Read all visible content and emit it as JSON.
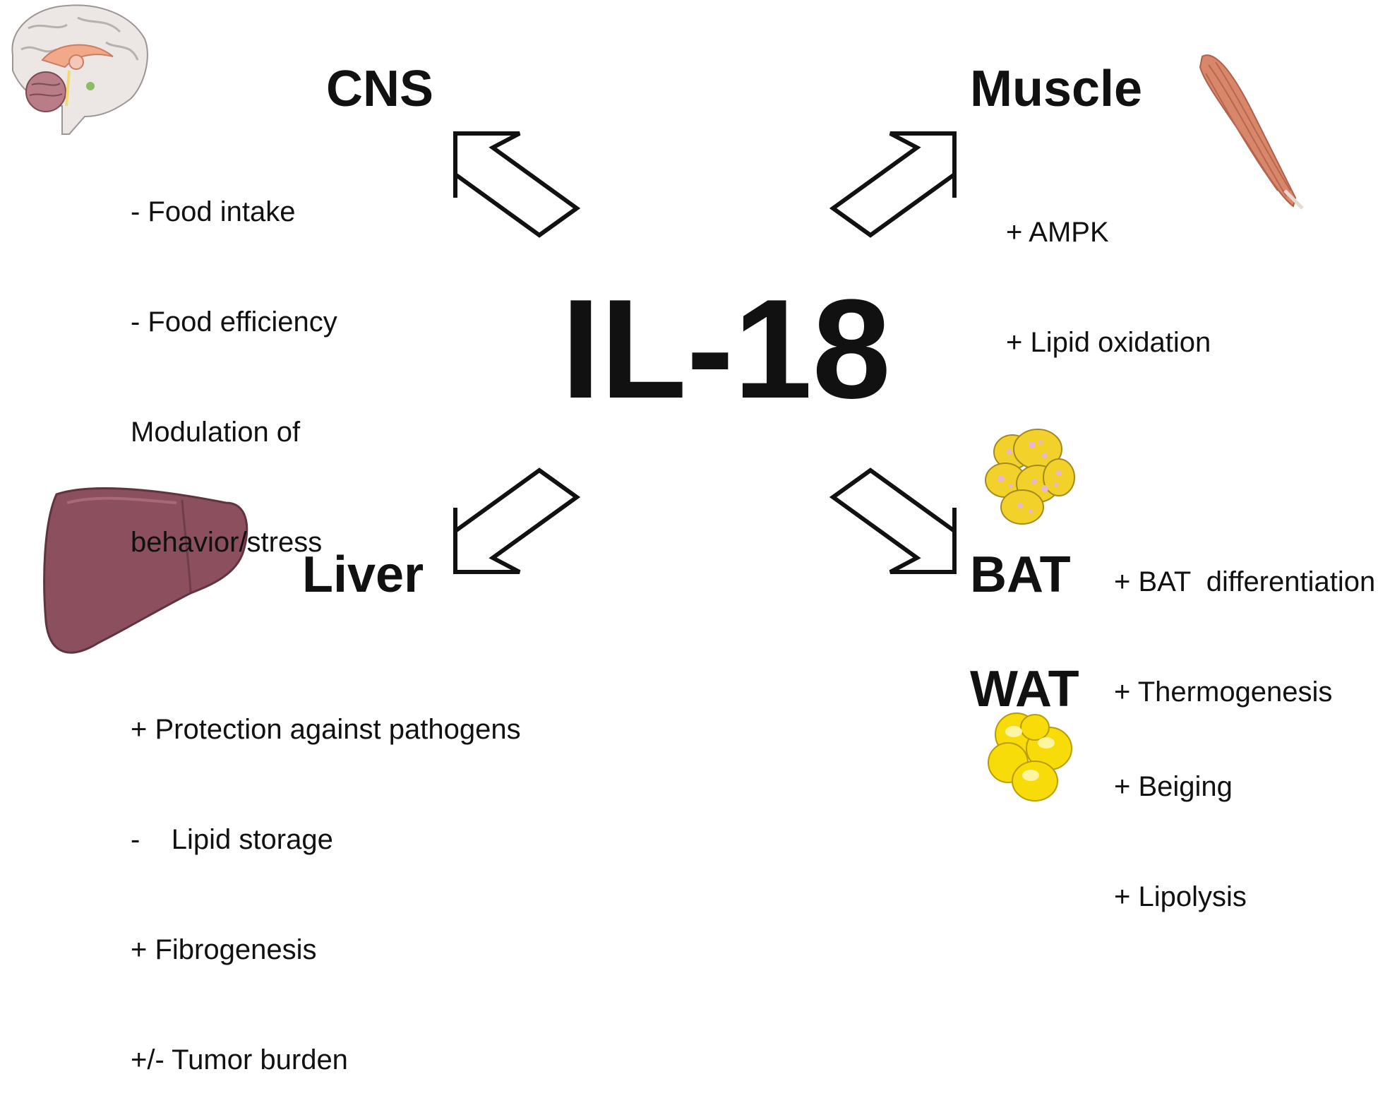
{
  "center_label": "IL-18",
  "organs": {
    "cns": {
      "title": "CNS",
      "effects": [
        "- Food intake",
        "- Food efficiency",
        "Modulation of",
        "behavior/stress"
      ]
    },
    "muscle": {
      "title": "Muscle",
      "effects": [
        "+ AMPK",
        "+ Lipid oxidation"
      ]
    },
    "liver": {
      "title": "Liver",
      "effects": [
        "+ Protection against pathogens",
        "-    Lipid storage",
        "+ Fibrogenesis",
        "+/- Tumor burden"
      ]
    },
    "bat": {
      "title": "BAT",
      "effects": [
        "+ BAT  differentiation",
        "+ Thermogenesis"
      ]
    },
    "wat": {
      "title": "WAT",
      "effects": [
        "+ Beiging",
        "+ Lipolysis"
      ]
    }
  },
  "icons": [
    "brain-icon",
    "muscle-icon",
    "liver-icon",
    "brown-fat-cells-icon",
    "white-fat-cells-icon"
  ],
  "colors": {
    "liver": "#8b4f5e",
    "muscle": "#d9876a",
    "bat_cells": "#f2d22a",
    "wat_cells": "#f7dc0a",
    "brain": "#e9e3e1"
  }
}
